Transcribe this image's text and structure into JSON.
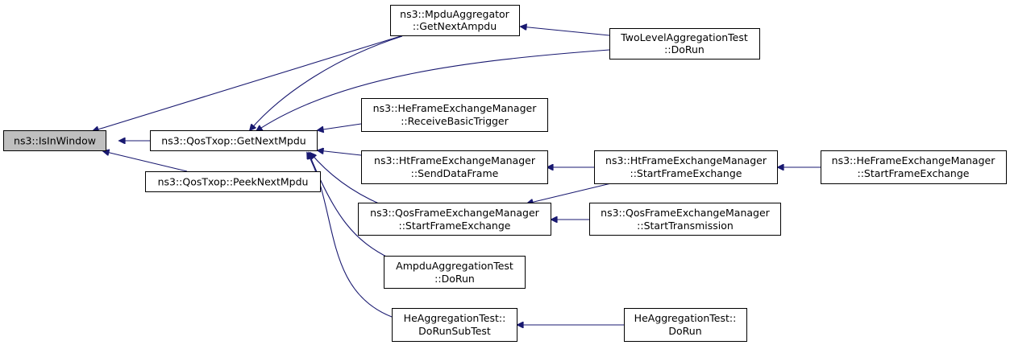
{
  "graph": {
    "edge_color": "#191970",
    "root_fill": "#bfbfbf",
    "nodes": {
      "isinwindow": [
        "ns3::IsInWindow"
      ],
      "getnextmpdu": [
        "ns3::QosTxop::GetNextMpdu"
      ],
      "peeknextmpdu": [
        "ns3::QosTxop::PeekNextMpdu"
      ],
      "getnextampdu": [
        "ns3::MpduAggregator",
        "::GetNextAmpdu"
      ],
      "twolevel": [
        "TwoLevelAggregationTest",
        "::DoRun"
      ],
      "hereceivebasic": [
        "ns3::HeFrameExchangeManager",
        "::ReceiveBasicTrigger"
      ],
      "htsenddata": [
        "ns3::HtFrameExchangeManager",
        "::SendDataFrame"
      ],
      "htstartframe": [
        "ns3::HtFrameExchangeManager",
        "::StartFrameExchange"
      ],
      "hestartframe": [
        "ns3::HeFrameExchangeManager",
        "::StartFrameExchange"
      ],
      "qosstartframe": [
        "ns3::QosFrameExchangeManager",
        "::StartFrameExchange"
      ],
      "qosstarttx": [
        "ns3::QosFrameExchangeManager",
        "::StartTransmission"
      ],
      "ampdutest": [
        "AmpduAggregationTest",
        "::DoRun"
      ],
      "hesubtest": [
        "HeAggregationTest::",
        "DoRunSubTest"
      ],
      "hedorun": [
        "HeAggregationTest::",
        "DoRun"
      ]
    }
  }
}
